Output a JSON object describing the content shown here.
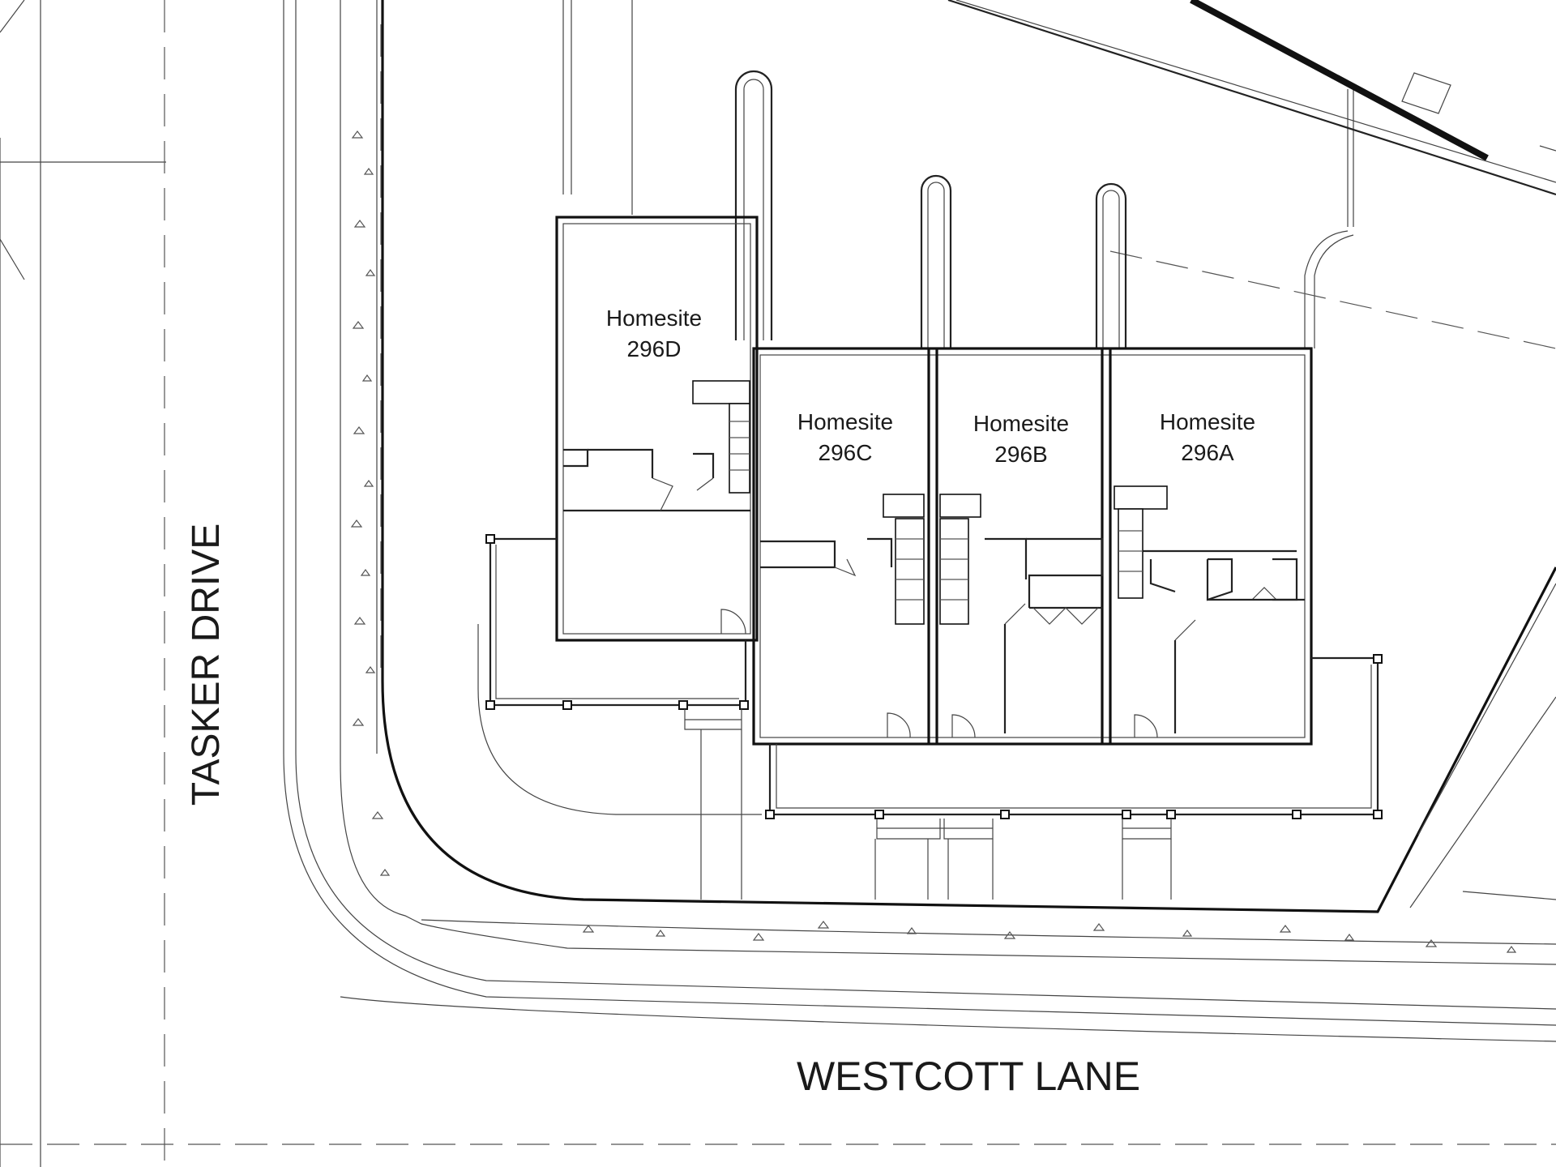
{
  "streets": {
    "west": "TASKER DRIVE",
    "south": "WESTCOTT LANE"
  },
  "homesites": [
    {
      "line1": "Homesite",
      "line2": "296D"
    },
    {
      "line1": "Homesite",
      "line2": "296C"
    },
    {
      "line1": "Homesite",
      "line2": "296B"
    },
    {
      "line1": "Homesite",
      "line2": "296A"
    }
  ],
  "colors": {
    "background": "#ffffff",
    "linework": "#1a1a1a"
  }
}
